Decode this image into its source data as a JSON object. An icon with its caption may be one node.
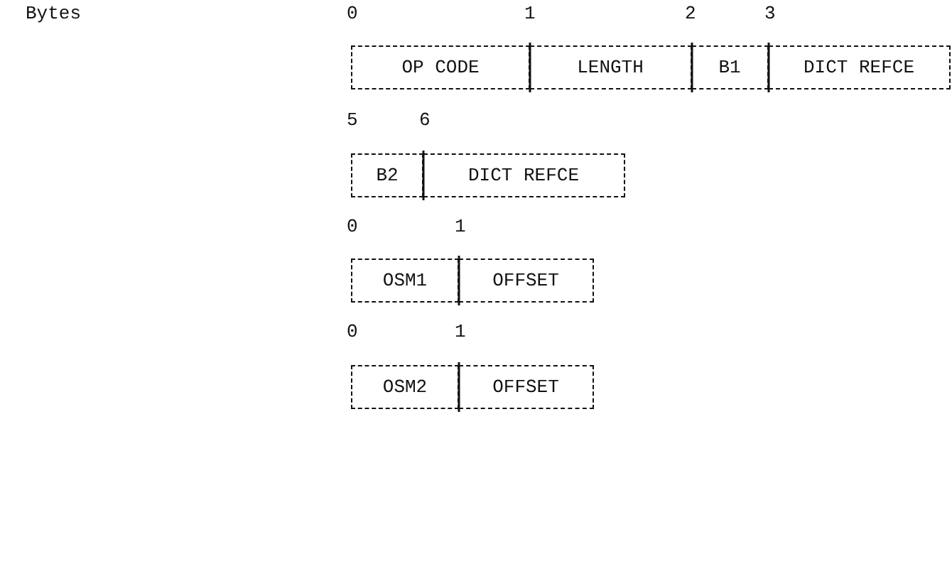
{
  "diagram": {
    "nodes": [
      {
        "text": [
          "OP CODE"
        ]
      },
      {
        "text": [
          "LENGTH"
        ]
      },
      {
        "text": [
          "B1"
        ]
      },
      {
        "text": [
          "DICT REFCE"
        ]
      },
      {
        "text": [
          "B2"
        ]
      },
      {
        "text": [
          "DICT REFCE"
        ]
      },
      {
        "text": [
          "OSM1"
        ]
      },
      {
        "text": [
          "OFFSET"
        ]
      },
      {
        "text": [
          "OSM2"
        ]
      },
      {
        "text": [
          "OFFSET"
        ]
      }
    ],
    "labels": [
      "Bytes",
      "0",
      "1",
      "2",
      "3",
      "5",
      "6",
      "0",
      "1",
      "0",
      "1"
    ]
  }
}
